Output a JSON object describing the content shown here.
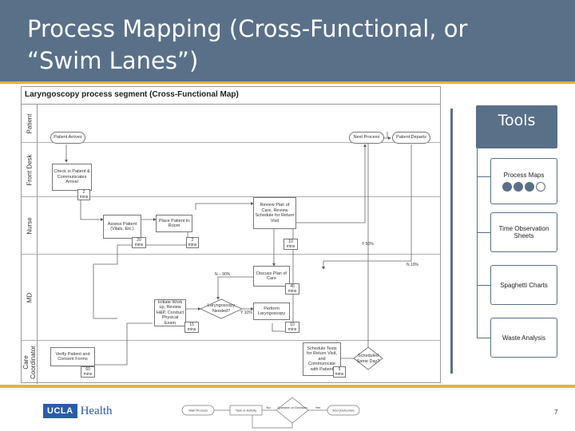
{
  "slide": {
    "title": "Process Mapping (Cross-Functional, or “Swim Lanes”)",
    "page_number": "7",
    "colors": {
      "header": "#5a7089",
      "accent": "#e4b13b",
      "logo": "#2a5ca8"
    }
  },
  "map": {
    "title": "Laryngoscopy process segment (Cross-Functional Map)",
    "lanes": [
      "Patient",
      "Front Desk",
      "Nurse",
      "MD",
      "Care Coordinator"
    ],
    "nodes": {
      "patient_arrives": "Patient Arrives",
      "next_process": "Next Process",
      "patient_departs": "Patient Departs",
      "check_in": "Check in Patient & Communicates Arrival",
      "assess_patient": "Assess Patient (Vitals, Etc.)",
      "place_patient": "Place Patient in Room",
      "review_plan": "Review Plan of Care, Review Schedule for Return Visit",
      "discuss_plan": "Discuss Plan of Care",
      "initiate_work_up": "Initiate Work up, Review H&P, Conduct Physical Exam",
      "laryngoscopy_needed": "Laryngoscopy Needed?",
      "perform_laryngoscopy": "Perform Laryngoscopy",
      "verify_patient": "Verify Patient and Consent Forms",
      "schedule_tests": "Schedule Tests for Return Visit, and Communicate with Patient",
      "scheduled_same_day": "Scheduled Same Day?"
    },
    "badges": {
      "check_in": "2 mins",
      "assess_patient": "20 mins",
      "place_patient": "2 mins",
      "review_plan": "10 mins",
      "discuss_plan": "45 mins",
      "initiate_work_up": "15 mins",
      "perform_laryngoscopy": "10 mins",
      "verify_patient": "60 mins",
      "schedule_tests": "5 mins"
    },
    "labels": {
      "y_50": "Y 50%",
      "n_10": "N 10%",
      "n_90": "N – 90%",
      "y_10": "Y 10%"
    }
  },
  "tools": {
    "header": "Tools",
    "items": [
      "Process Maps",
      "Time Observation Sheets",
      "Spaghetti Charts",
      "Waste Analysis"
    ]
  },
  "footer": {
    "logo_box": "UCLA",
    "logo_text": "Health",
    "legend": {
      "start": "Start Process",
      "task": "Task or Activity",
      "decision": "Question or Decision",
      "yes": "Yes",
      "no": "No",
      "end": "End (Outcome)"
    }
  }
}
